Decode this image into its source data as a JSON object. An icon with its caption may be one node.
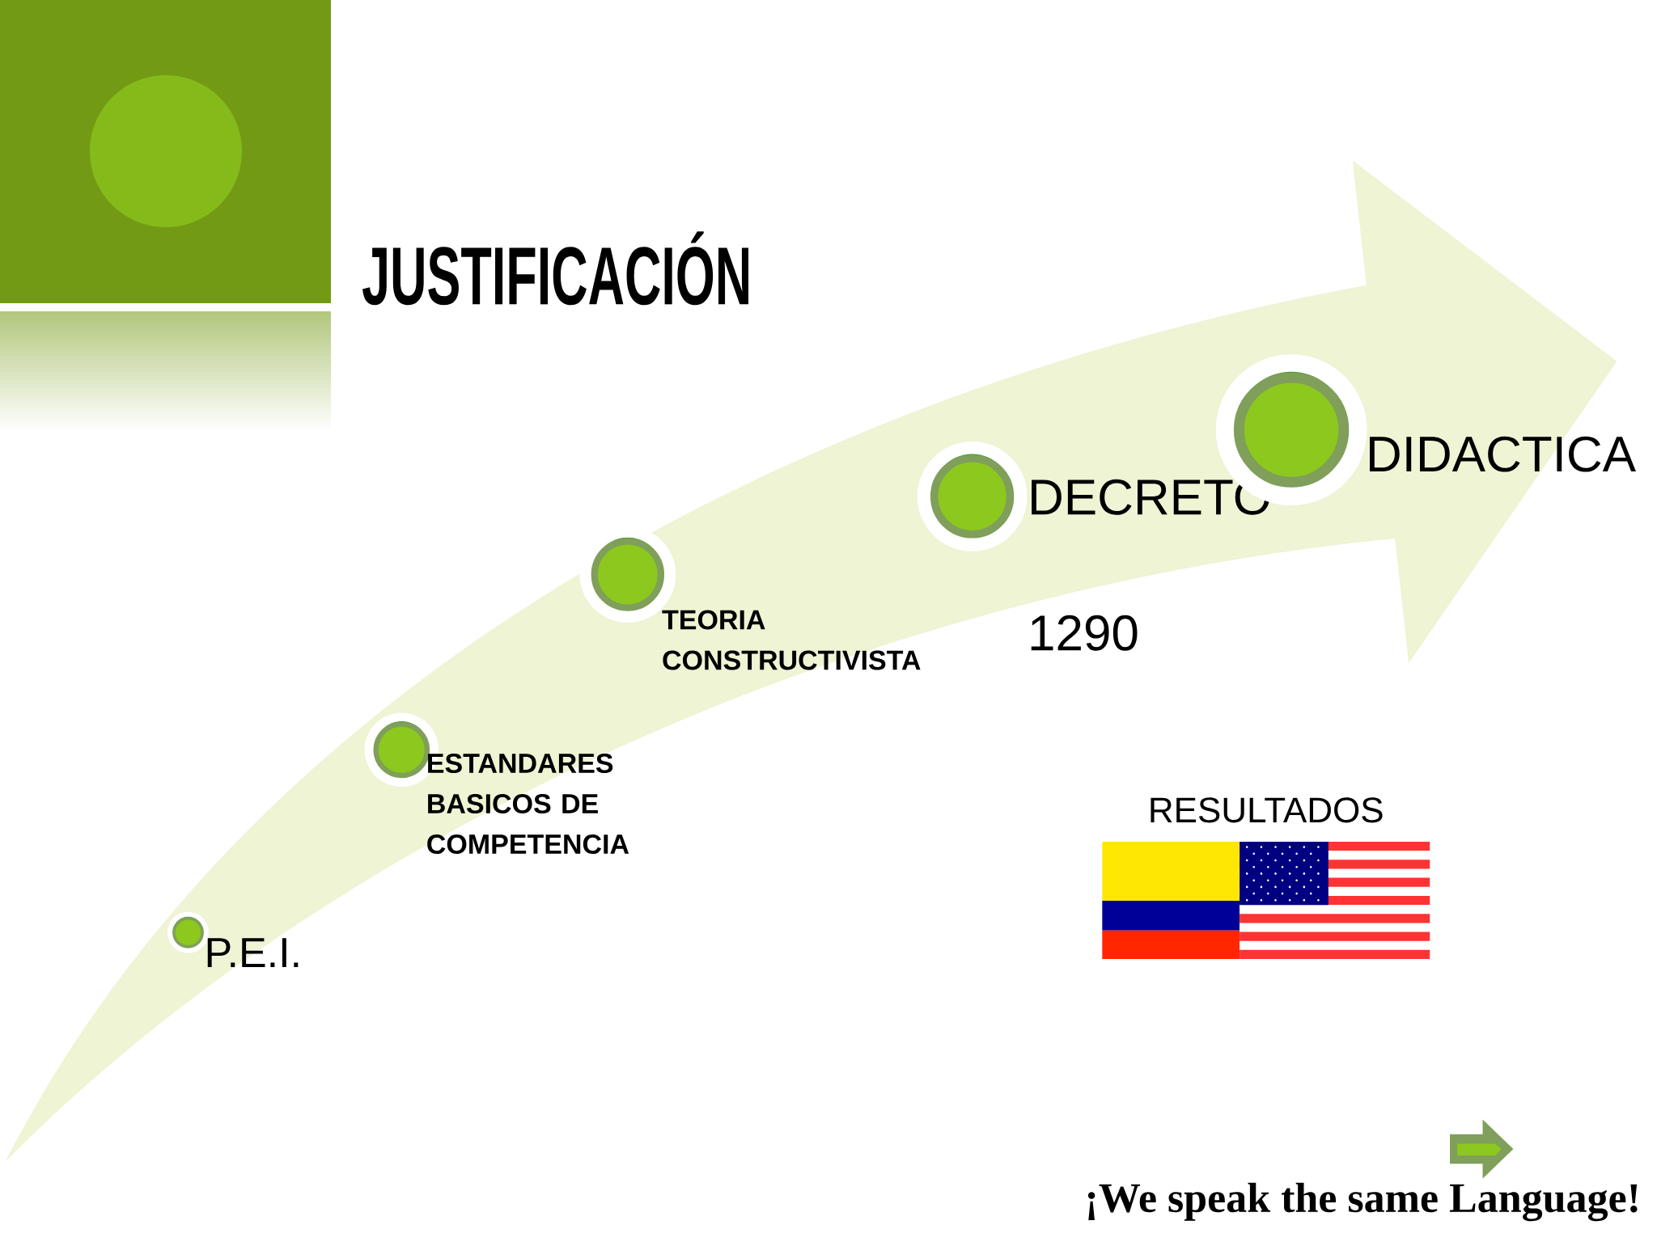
{
  "diagram": {
    "title": "JUSTIFICACIÓN",
    "nodes": [
      {
        "text": [],
        "shape": "circle",
        "beside": [
          "P.E.I."
        ]
      },
      {
        "text": [],
        "shape": "circle",
        "beside": [
          "ESTANDARES BASICOS DE COMPETENCIA"
        ]
      },
      {
        "text": [],
        "shape": "circle",
        "beside": [
          "TEORIA CONSTRUCTIVISTA"
        ]
      },
      {
        "text": [],
        "shape": "circle",
        "beside": [
          "DECRETO 1290"
        ]
      },
      {
        "text": [],
        "shape": "circle",
        "beside": [
          "DIDACTICA"
        ]
      }
    ],
    "labels": [
      "RESULTADOS",
      "¡We speak the same Language!"
    ]
  }
}
